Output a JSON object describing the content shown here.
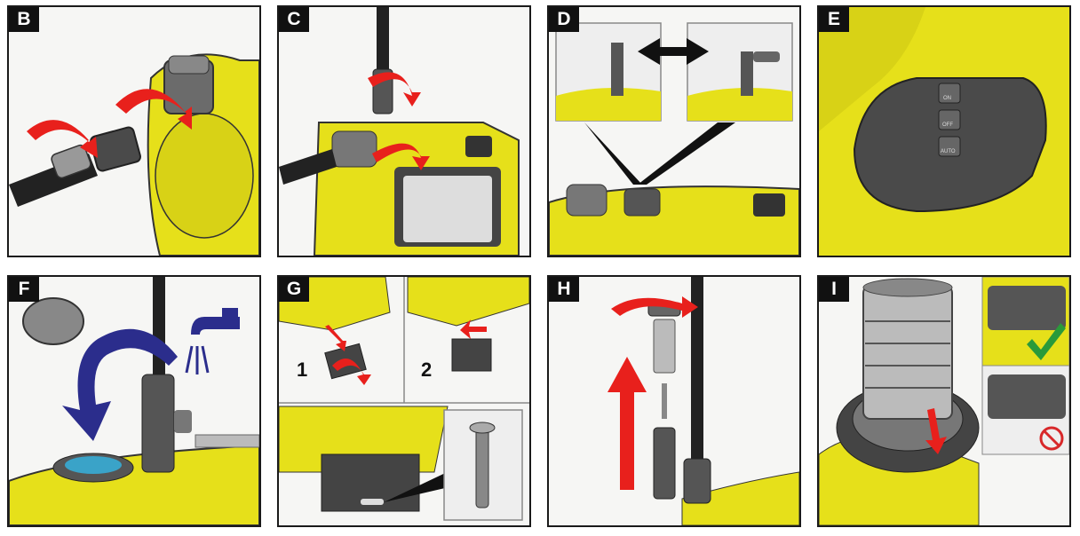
{
  "panels": [
    {
      "letter": "B"
    },
    {
      "letter": "C"
    },
    {
      "letter": "D"
    },
    {
      "letter": "E",
      "buttons": [
        "ON",
        "OFF",
        "AUTO"
      ]
    },
    {
      "letter": "F"
    },
    {
      "letter": "G",
      "steps": [
        "1",
        "2"
      ]
    },
    {
      "letter": "H"
    },
    {
      "letter": "I"
    }
  ],
  "colors": {
    "pump_yellow": "#e6e01a",
    "arrow_red": "#e8201c",
    "arrow_blue": "#2b2d8c",
    "check_green": "#2a9a3a",
    "prohibit_red": "#d8282a"
  },
  "icons": [
    "red-rotate-arrow",
    "double-arrow-icon",
    "water-tap-icon",
    "checkmark-icon",
    "prohibited-icon"
  ]
}
